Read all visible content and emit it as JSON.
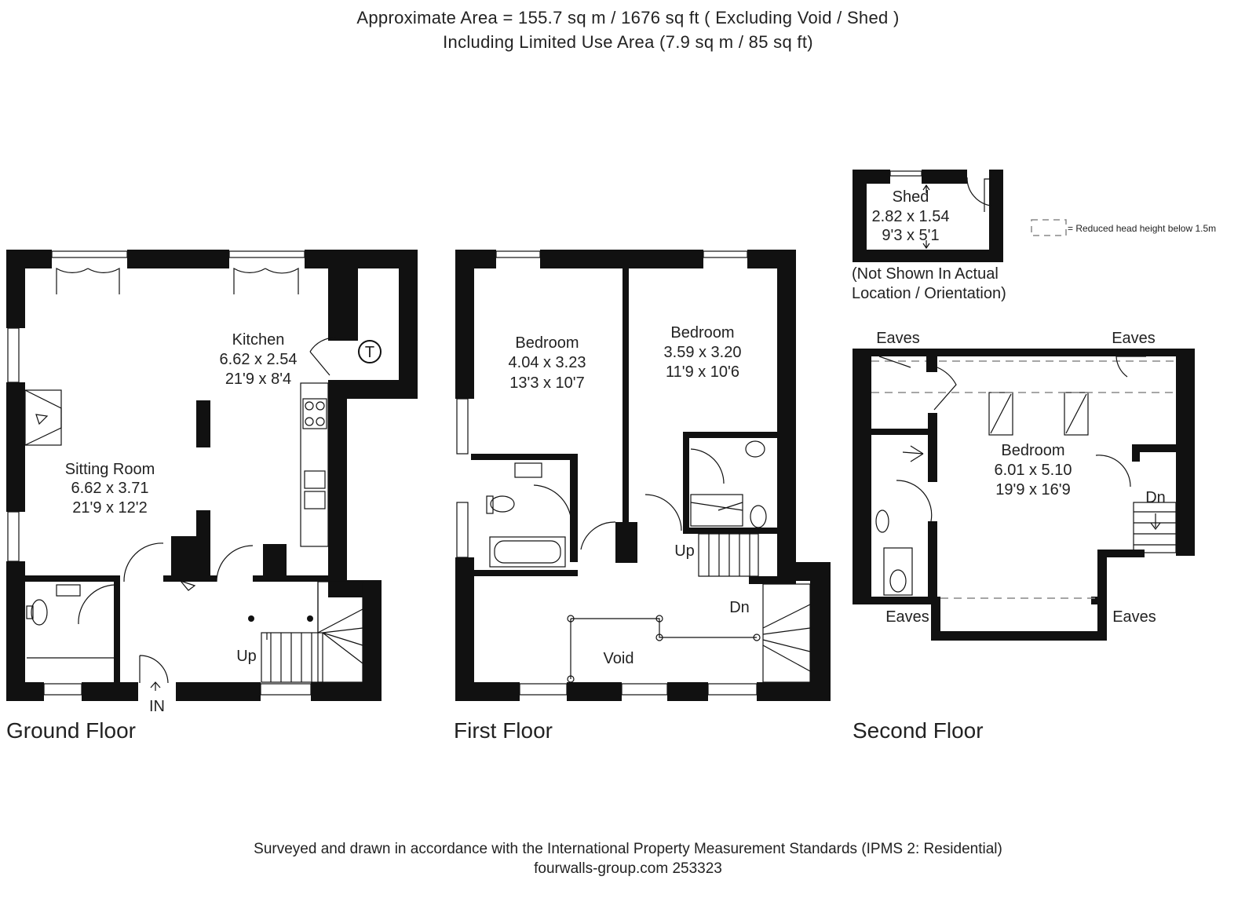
{
  "header": {
    "line1": "Approximate  Area = 155.7 sq m / 1676 sq ft ( Excluding Void / Shed )",
    "line2": "Including Limited Use Area (7.9 sq m / 85 sq ft)"
  },
  "footer": {
    "line1": "Surveyed and drawn in accordance with the International Property Measurement Standards (IPMS 2: Residential)",
    "line2": "fourwalls-group.com 253323"
  },
  "legend": {
    "text": "= Reduced head height below 1.5m"
  },
  "ground_floor": {
    "label": "Ground Floor",
    "sitting_room": {
      "name": "Sitting Room",
      "metric": "6.62 x 3.71",
      "imperial": "21'9 x 12'2"
    },
    "kitchen": {
      "name": "Kitchen",
      "metric": "6.62 x 2.54",
      "imperial": "21'9 x 8'4"
    },
    "tank_symbol": "T",
    "stairs_label": "Up",
    "entrance_label": "IN"
  },
  "first_floor": {
    "label": "First Floor",
    "bedroom_left": {
      "name": "Bedroom",
      "metric": "4.04 x 3.23",
      "imperial": "13'3 x 10'7"
    },
    "bedroom_right": {
      "name": "Bedroom",
      "metric": "3.59 x 3.20",
      "imperial": "11'9 x 10'6"
    },
    "up_label": "Up",
    "down_label": "Dn",
    "void_label": "Void"
  },
  "shed": {
    "name": "Shed",
    "metric": "2.82 x 1.54",
    "imperial": "9'3 x 5'1",
    "note_line1": "(Not Shown In Actual",
    "note_line2": "Location / Orientation)"
  },
  "second_floor": {
    "label": "Second Floor",
    "bedroom": {
      "name": "Bedroom",
      "metric": "6.01 x 5.10",
      "imperial": "19'9 x 16'9"
    },
    "eaves_labels": [
      "Eaves",
      "Eaves",
      "Eaves",
      "Eaves"
    ],
    "down_label": "Dn"
  }
}
